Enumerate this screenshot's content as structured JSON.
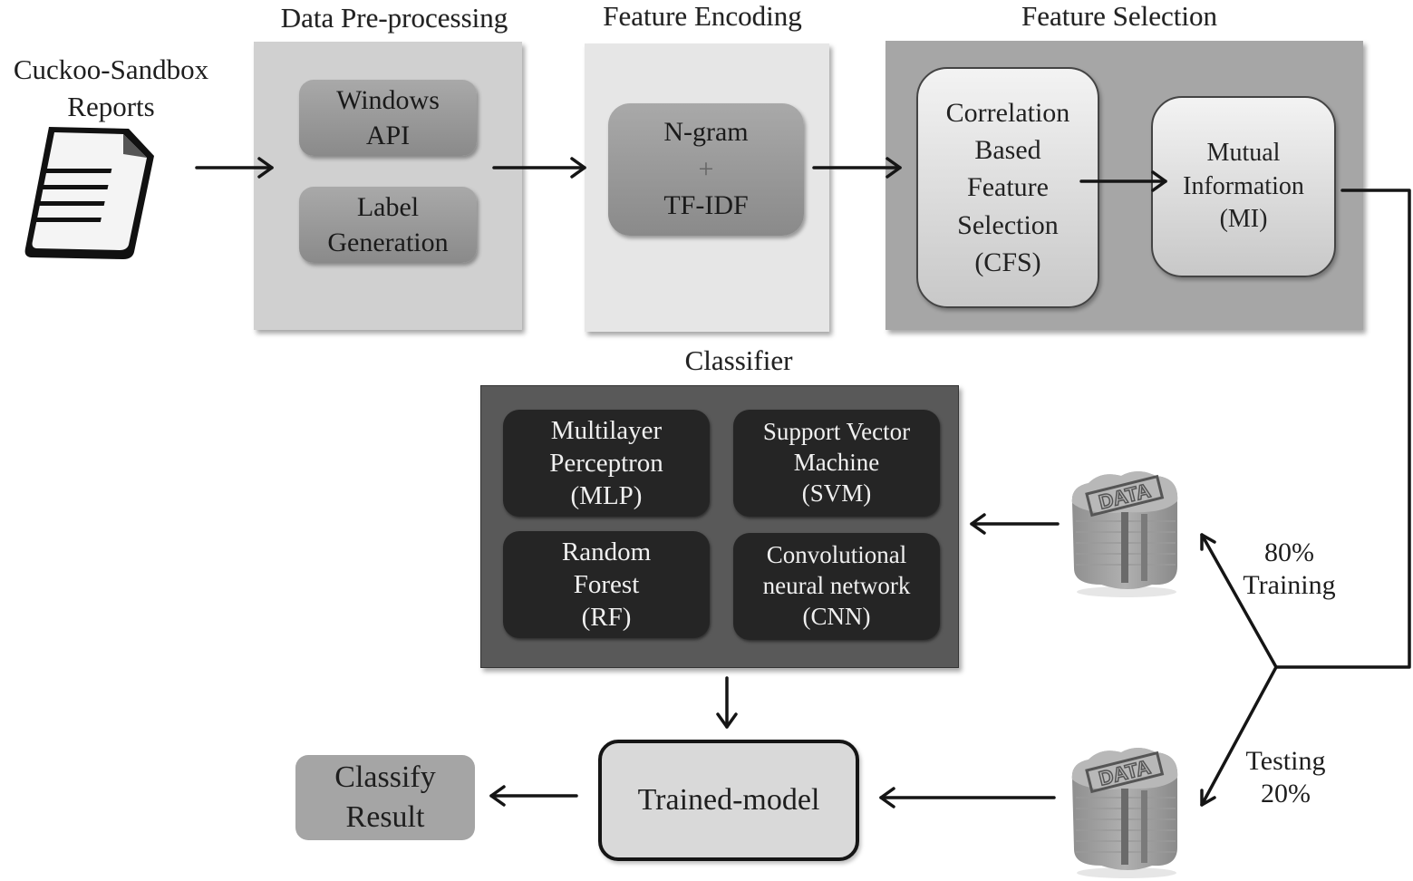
{
  "source": {
    "label_lines": [
      "Cuckoo-Sandbox",
      "Reports"
    ],
    "icon": "document-icon"
  },
  "stages": {
    "preprocessing": {
      "title": "Data Pre-processing",
      "items": [
        {
          "lines": [
            "Windows",
            "API"
          ]
        },
        {
          "lines": [
            "Label",
            "Generation"
          ]
        }
      ]
    },
    "encoding": {
      "title": "Feature Encoding",
      "item": {
        "lines": [
          "N-gram",
          "+",
          "TF-IDF"
        ]
      }
    },
    "selection": {
      "title": "Feature Selection",
      "items": [
        {
          "lines": [
            "Correlation",
            "Based",
            "Feature",
            "Selection",
            "(CFS)"
          ]
        },
        {
          "lines": [
            "Mutual",
            "Information",
            "(MI)"
          ]
        }
      ]
    },
    "classifier": {
      "title": "Classifier",
      "items": [
        {
          "lines": [
            "Multilayer",
            "Perceptron",
            "(MLP)"
          ]
        },
        {
          "lines": [
            "Support Vector",
            "Machine",
            "(SVM)"
          ]
        },
        {
          "lines": [
            "Random",
            "Forest",
            "(RF)"
          ]
        },
        {
          "lines": [
            "Convolutional",
            "neural network",
            "(CNN)"
          ]
        }
      ]
    }
  },
  "split": {
    "training": {
      "lines": [
        "80%",
        "Training"
      ],
      "percent": 80,
      "icon": "database-icon"
    },
    "testing": {
      "lines": [
        "Testing",
        "20%"
      ],
      "percent": 20,
      "icon": "database-icon"
    },
    "db_label": "DATA"
  },
  "trained_model": {
    "label": "Trained-model"
  },
  "result": {
    "lines": [
      "Classify",
      "Result"
    ]
  },
  "colors": {
    "preprocessing_bg": "#d0d0d0",
    "encoding_bg": "#e6e6e6",
    "selection_bg": "#a6a6a6",
    "classifier_bg": "#595959",
    "classifier_item_bg": "#252525",
    "trained_model_bg": "#d9d9d9",
    "result_bg": "#a5a5a5"
  }
}
